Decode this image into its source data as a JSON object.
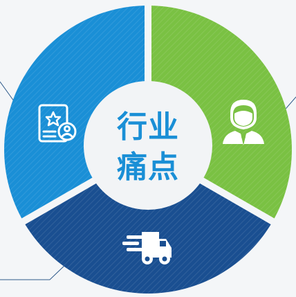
{
  "center": {
    "line1": "行业",
    "line2": "痛点"
  },
  "segments": [
    {
      "name": "qualification-segment",
      "icon": "certificate-profile-icon",
      "color": "#1a8fd6"
    },
    {
      "name": "personnel-segment",
      "icon": "businessman-icon",
      "color": "#7ac143"
    },
    {
      "name": "logistics-segment",
      "icon": "delivery-truck-icon",
      "color": "#1a4f91"
    }
  ],
  "colors": {
    "background": "#f4f6f8",
    "center_fill": "#f2f4f6",
    "title": "#1a8fd6",
    "separator": "#f4f6f8",
    "connector": "#2e5a8a"
  }
}
